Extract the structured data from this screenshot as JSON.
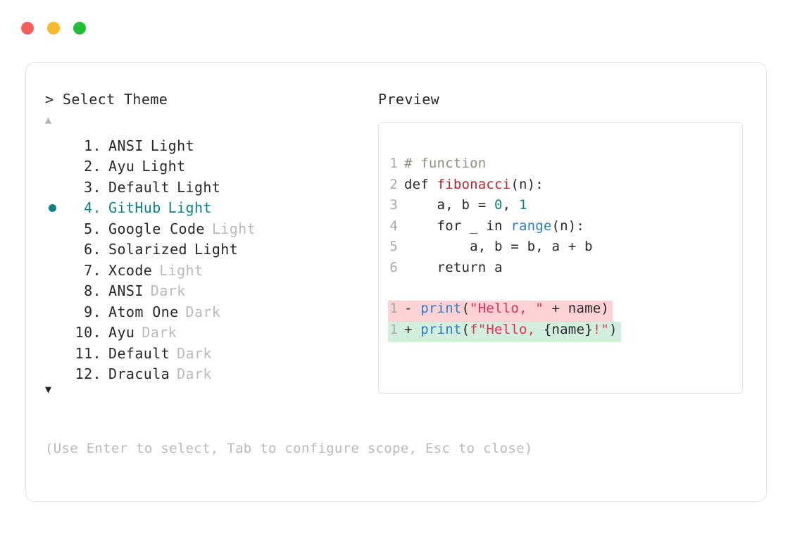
{
  "window": {
    "traffic_lights": [
      {
        "name": "close",
        "color": "#f4615c"
      },
      {
        "name": "minimize",
        "color": "#f7b92c"
      },
      {
        "name": "maximize",
        "color": "#1fbe36"
      }
    ]
  },
  "picker": {
    "prompt_caret": ">",
    "title": "Select Theme",
    "scroll_up_icon": "▲",
    "scroll_down_icon": "▼",
    "selected_index": 4,
    "bullet_icon": "●",
    "accent_color": "#0f8184",
    "items": [
      {
        "index": "1.",
        "name": "ANSI",
        "variant": "Light",
        "variant_muted": false,
        "selected": false
      },
      {
        "index": "2.",
        "name": "Ayu",
        "variant": "Light",
        "variant_muted": false,
        "selected": false
      },
      {
        "index": "3.",
        "name": "Default",
        "variant": "Light",
        "variant_muted": false,
        "selected": false
      },
      {
        "index": "4.",
        "name": "GitHub",
        "variant": "Light",
        "variant_muted": false,
        "selected": true
      },
      {
        "index": "5.",
        "name": "Google Code",
        "variant": "Light",
        "variant_muted": true,
        "selected": false
      },
      {
        "index": "6.",
        "name": "Solarized",
        "variant": "Light",
        "variant_muted": false,
        "selected": false
      },
      {
        "index": "7.",
        "name": "Xcode",
        "variant": "Light",
        "variant_muted": true,
        "selected": false
      },
      {
        "index": "8.",
        "name": "ANSI",
        "variant": "Dark",
        "variant_muted": true,
        "selected": false
      },
      {
        "index": "9.",
        "name": "Atom One",
        "variant": "Dark",
        "variant_muted": true,
        "selected": false
      },
      {
        "index": "10.",
        "name": "Ayu",
        "variant": "Dark",
        "variant_muted": true,
        "selected": false
      },
      {
        "index": "11.",
        "name": "Default",
        "variant": "Dark",
        "variant_muted": true,
        "selected": false
      },
      {
        "index": "12.",
        "name": "Dracula",
        "variant": "Dark",
        "variant_muted": true,
        "selected": false
      }
    ],
    "hint": "(Use Enter to select, Tab to configure scope, Esc to close)"
  },
  "preview": {
    "label": "Preview",
    "code_lines": [
      {
        "no": "1",
        "tokens": [
          {
            "text": "# function",
            "type": "comment"
          }
        ]
      },
      {
        "no": "2",
        "tokens": [
          {
            "text": "def ",
            "type": "plain"
          },
          {
            "text": "fibonacci",
            "type": "func"
          },
          {
            "text": "(n):",
            "type": "punct"
          }
        ]
      },
      {
        "no": "3",
        "tokens": [
          {
            "text": "    a, b = ",
            "type": "plain"
          },
          {
            "text": "0",
            "type": "num"
          },
          {
            "text": ", ",
            "type": "plain"
          },
          {
            "text": "1",
            "type": "num"
          }
        ]
      },
      {
        "no": "4",
        "tokens": [
          {
            "text": "    for _ in ",
            "type": "plain"
          },
          {
            "text": "range",
            "type": "builtin"
          },
          {
            "text": "(n):",
            "type": "punct"
          }
        ]
      },
      {
        "no": "5",
        "tokens": [
          {
            "text": "        a, b = b, a + b",
            "type": "plain"
          }
        ]
      },
      {
        "no": "6",
        "tokens": [
          {
            "text": "    return a",
            "type": "plain"
          }
        ]
      }
    ],
    "diff_lines": [
      {
        "no": "1",
        "kind": "del",
        "sign": "- ",
        "bg": "#fcd2d4",
        "tokens": [
          {
            "text": "print",
            "type": "builtin"
          },
          {
            "text": "(",
            "type": "punct"
          },
          {
            "text": "\"Hello, \"",
            "type": "str"
          },
          {
            "text": " + name)",
            "type": "plain"
          }
        ]
      },
      {
        "no": "1",
        "kind": "add",
        "sign": "+ ",
        "bg": "#d2efdd",
        "tokens": [
          {
            "text": "print",
            "type": "builtin"
          },
          {
            "text": "(",
            "type": "punct"
          },
          {
            "text": "f\"Hello, ",
            "type": "str"
          },
          {
            "text": "{name}",
            "type": "plain"
          },
          {
            "text": "!\"",
            "type": "str"
          },
          {
            "text": ")",
            "type": "punct"
          }
        ]
      }
    ]
  }
}
